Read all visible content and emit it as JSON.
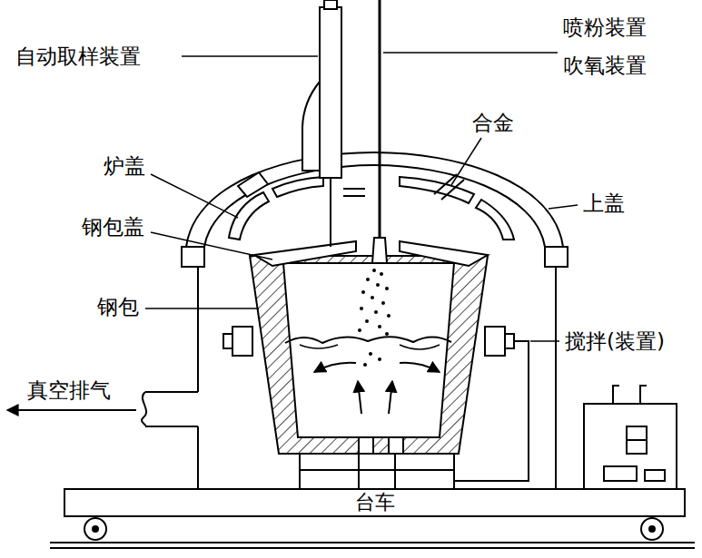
{
  "diagram": {
    "nodes": [
      {
        "text": [
          "台车"
        ]
      }
    ],
    "labels": [
      "自动取样装置",
      "喷粉装置",
      "吹氧装置",
      "合金",
      "炉盖",
      "上盖",
      "钢包盖",
      "钢包",
      "搅拌(装置)",
      "真空排气"
    ]
  }
}
